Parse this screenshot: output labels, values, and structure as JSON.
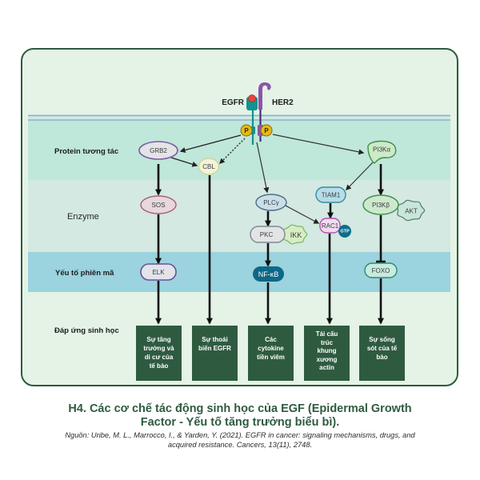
{
  "figure": {
    "receptors": {
      "egfr_label": "EGFR",
      "her2_label": "HER2",
      "phospho_label": "P"
    },
    "rows": [
      {
        "label": "Protein tương tác"
      },
      {
        "label": "Enzyme"
      },
      {
        "label": "Yếu tố phiên mã"
      },
      {
        "label": "Đáp ứng sinh học"
      }
    ],
    "nodes": {
      "grb2": "GRB2",
      "cbl": "CBL",
      "pi3ka": "PI3Kα",
      "sos": "SOS",
      "plcg": "PLCγ",
      "tiam1": "TIAM1",
      "pi3kb": "PI3Kβ",
      "akt": "AKT",
      "pkc": "PKC",
      "ikk": "IKK",
      "rac1": "RAC1",
      "gtp": "GTP",
      "elk": "ELK",
      "nfkb": "NF-κB",
      "foxo": "FOXO"
    },
    "responses": [
      {
        "lines": [
          "Sự tăng",
          "trưởng và",
          "di cư của",
          "tế bào"
        ]
      },
      {
        "lines": [
          "Sự thoái",
          "biến EGFR"
        ]
      },
      {
        "lines": [
          "Các",
          "cytokine",
          "tiền viêm"
        ]
      },
      {
        "lines": [
          "Tái cấu",
          "trúc",
          "khung",
          "xương",
          "actin"
        ]
      },
      {
        "lines": [
          "Sự sống",
          "sót của tế",
          "bào"
        ]
      }
    ]
  },
  "caption": {
    "title_line1": "H4. Các cơ chế tác động sinh học của EGF (Epidermal Growth",
    "title_line2": "Factor - Yếu tố tăng trưởng biểu bì).",
    "source_line1": "Nguồn: Uribe, M. L., Marrocco, I., & Yarden, Y. (2021). EGFR in cancer: signaling mechanisms, drugs, and",
    "source_line2": "acquired resistance. Cancers, 13(11), 2748."
  },
  "colors": {
    "accent": "#2e5b3e",
    "response_box": "#2e5b40",
    "band_protein": "#bfe7da",
    "band_enzyme": "#d3e9e1",
    "band_transcription": "#9bd3de",
    "card_background": "#e4f3e5"
  }
}
